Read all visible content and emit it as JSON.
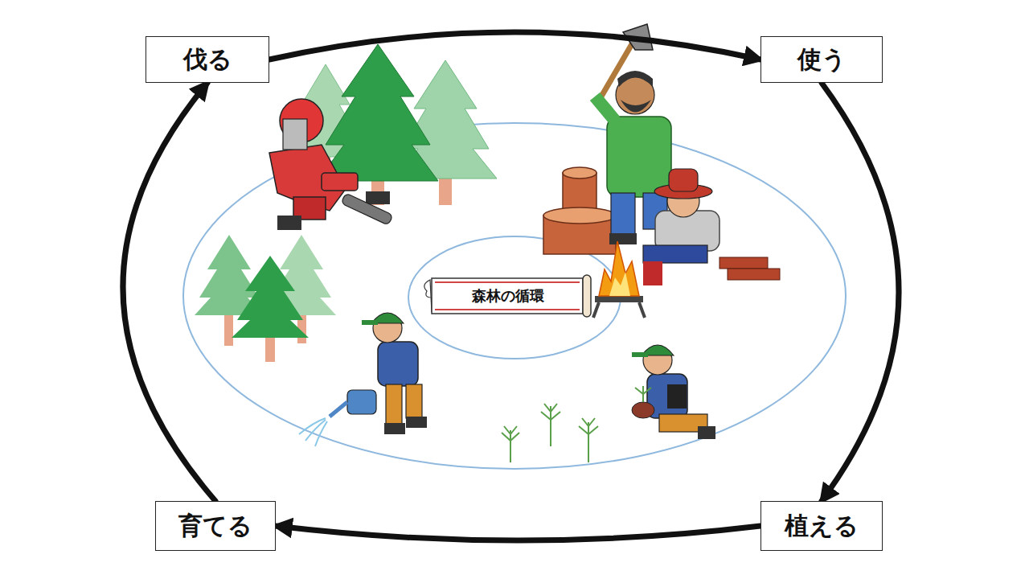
{
  "diagram": {
    "nodes": [
      {
        "text": [
          "伐る"
        ]
      },
      {
        "text": [
          "使う"
        ]
      },
      {
        "text": [
          "森林の循環"
        ]
      },
      {
        "text": [
          "育てる"
        ]
      },
      {
        "text": [
          "植える"
        ]
      }
    ],
    "edges": [
      {
        "from": 0,
        "to": 1,
        "arrow": "to"
      },
      {
        "from": 1,
        "to": 4,
        "arrow": "to"
      },
      {
        "from": 4,
        "to": 3,
        "arrow": "to"
      },
      {
        "from": 3,
        "to": 0,
        "arrow": "to"
      }
    ]
  }
}
